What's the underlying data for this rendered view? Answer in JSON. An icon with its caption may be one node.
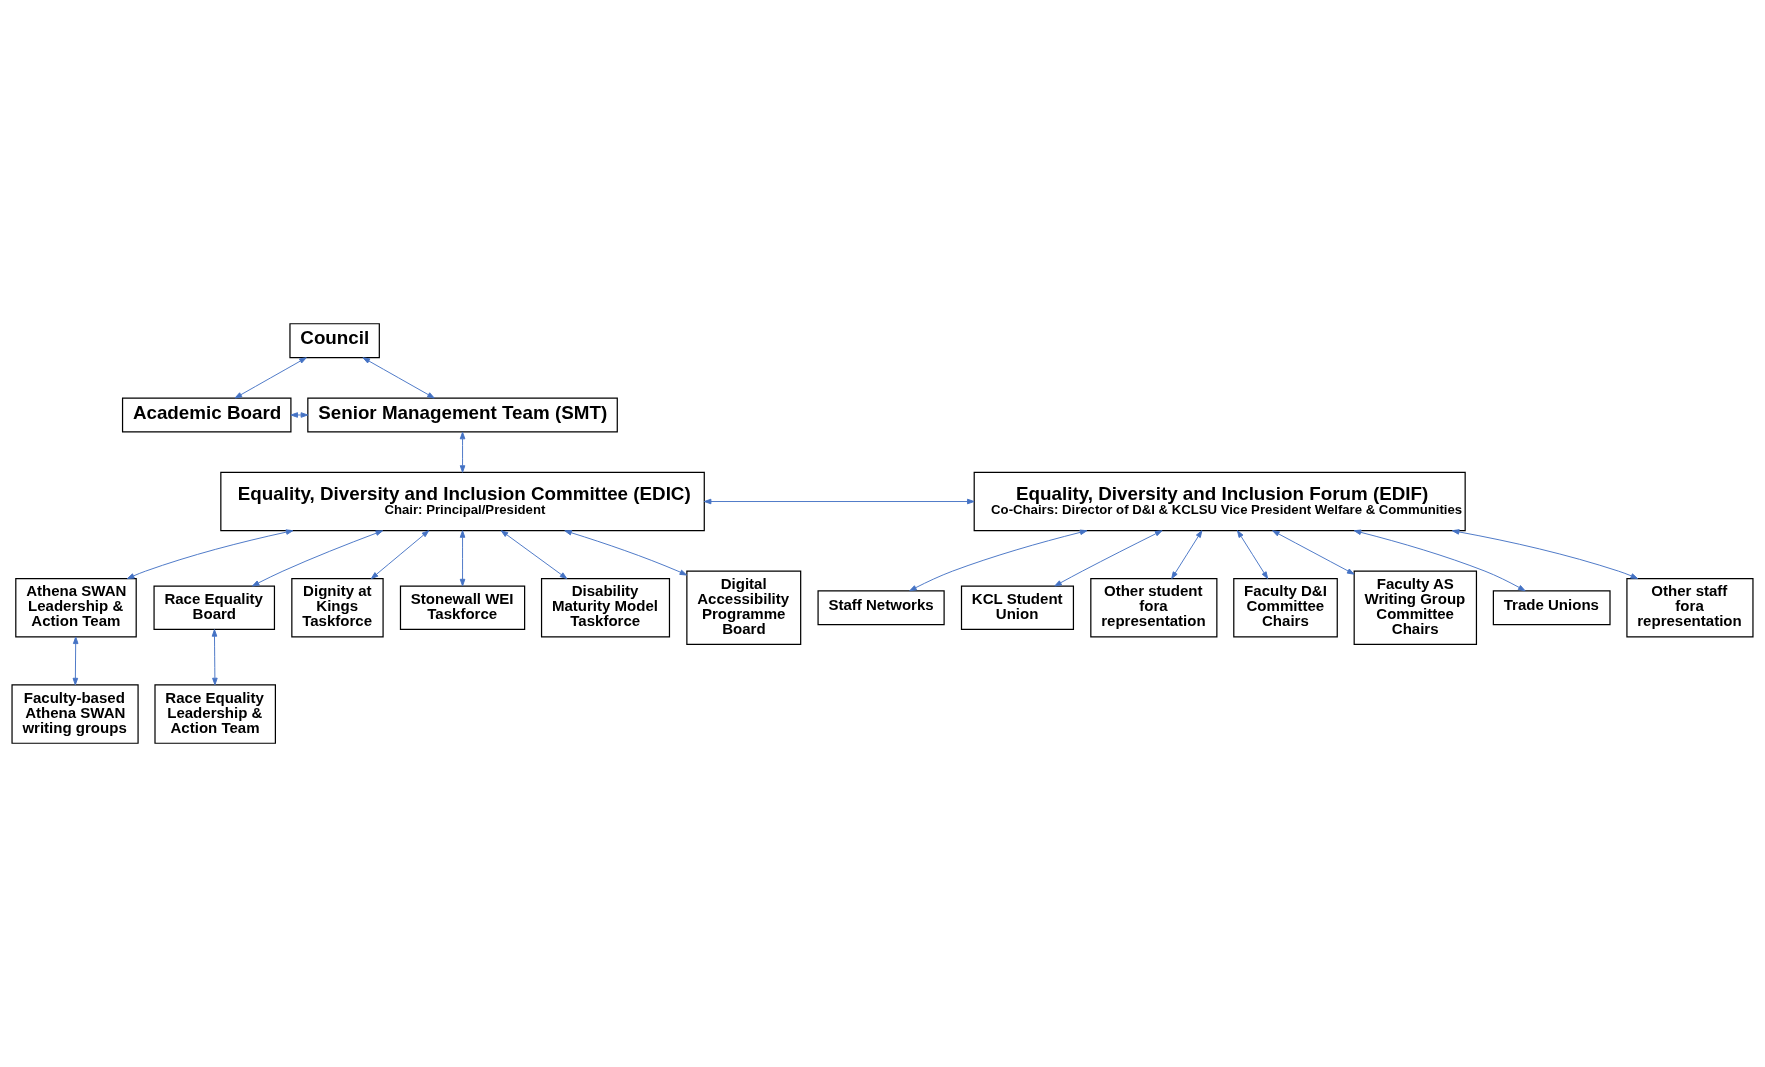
{
  "diagram": {
    "nodes": [
      {
        "text": [
          "Council"
        ]
      },
      {
        "text": [
          "Academic Board"
        ]
      },
      {
        "text": [
          "Senior Management Team (SMT)"
        ]
      },
      {
        "text": [
          "Equality, Diversity and Inclusion Committee (EDIC)",
          "Chair: Principal/President"
        ]
      },
      {
        "text": [
          "Equality, Diversity and Inclusion Forum (EDIF)",
          "Co-Chairs: Director of D&I & KCLSU Vice President Welfare & Communities"
        ]
      },
      {
        "text": [
          "Athena SWAN Leadership & Action Team"
        ]
      },
      {
        "text": [
          "Race Equality Board"
        ]
      },
      {
        "text": [
          "Dignity at Kings Taskforce"
        ]
      },
      {
        "text": [
          "Stonewall WEI Taskforce"
        ]
      },
      {
        "text": [
          "Disability Maturity Model Taskforce"
        ]
      },
      {
        "text": [
          "Digital Accessibility Programme Board"
        ]
      },
      {
        "text": [
          "Staff Networks"
        ]
      },
      {
        "text": [
          "KCL Student Union"
        ]
      },
      {
        "text": [
          "Other student fora representation"
        ]
      },
      {
        "text": [
          "Faculty D&I Committee Chairs"
        ]
      },
      {
        "text": [
          "Faculty AS Writing Group Committee Chairs"
        ]
      },
      {
        "text": [
          "Trade Unions"
        ]
      },
      {
        "text": [
          "Other staff fora representation"
        ]
      },
      {
        "text": [
          "Faculty-based Athena SWAN writing groups"
        ]
      },
      {
        "text": [
          "Race Equality Leadership & Action Team"
        ]
      }
    ],
    "edges": [
      {
        "from": 0,
        "to": 1,
        "arrow": "both"
      },
      {
        "from": 0,
        "to": 2,
        "arrow": "both"
      },
      {
        "from": 1,
        "to": 2,
        "arrow": "both"
      },
      {
        "from": 2,
        "to": 3,
        "arrow": "both"
      },
      {
        "from": 3,
        "to": 4,
        "arrow": "both"
      },
      {
        "from": 3,
        "to": 5,
        "arrow": "both"
      },
      {
        "from": 3,
        "to": 6,
        "arrow": "both"
      },
      {
        "from": 3,
        "to": 7,
        "arrow": "both"
      },
      {
        "from": 3,
        "to": 8,
        "arrow": "both"
      },
      {
        "from": 3,
        "to": 9,
        "arrow": "both"
      },
      {
        "from": 3,
        "to": 10,
        "arrow": "both"
      },
      {
        "from": 4,
        "to": 11,
        "arrow": "both"
      },
      {
        "from": 4,
        "to": 12,
        "arrow": "both"
      },
      {
        "from": 4,
        "to": 13,
        "arrow": "both"
      },
      {
        "from": 4,
        "to": 14,
        "arrow": "both"
      },
      {
        "from": 4,
        "to": 15,
        "arrow": "both"
      },
      {
        "from": 4,
        "to": 16,
        "arrow": "both"
      },
      {
        "from": 4,
        "to": 17,
        "arrow": "both"
      },
      {
        "from": 5,
        "to": 18,
        "arrow": "both"
      },
      {
        "from": 6,
        "to": 19,
        "arrow": "both"
      }
    ]
  }
}
